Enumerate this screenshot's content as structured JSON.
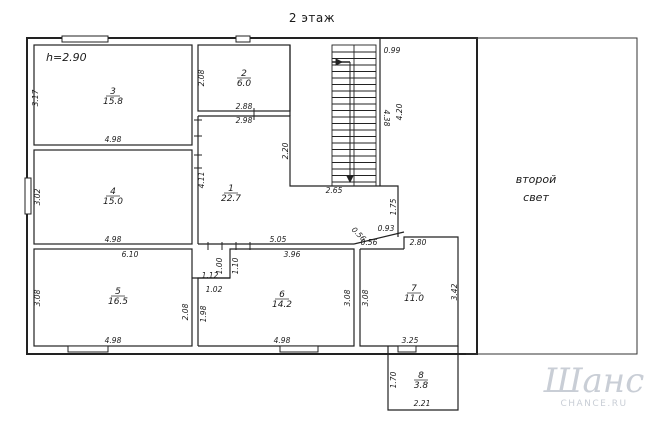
{
  "title": "2 этаж",
  "ceiling_height": "h=2.90",
  "second_light_label": [
    "второй",
    "свет"
  ],
  "rooms": [
    {
      "id": "1",
      "number": "1",
      "area": "22.7"
    },
    {
      "id": "2",
      "number": "2",
      "area": "6.0"
    },
    {
      "id": "3",
      "number": "3",
      "area": "15.8"
    },
    {
      "id": "4",
      "number": "4",
      "area": "15.0"
    },
    {
      "id": "5",
      "number": "5",
      "area": "16.5"
    },
    {
      "id": "6",
      "number": "6",
      "area": "14.2"
    },
    {
      "id": "7",
      "number": "7",
      "area": "11.0"
    },
    {
      "id": "8",
      "number": "8",
      "area": "3.8"
    }
  ],
  "dimensions": {
    "r3_height": "3.17",
    "r3_width": "4.98",
    "r2_height": "2.08",
    "r2_width_top": "2.88",
    "r2_width_bottom": "2.98",
    "stair_top": "0.99",
    "stair_length": "4.38",
    "stair_well": "4.20",
    "stair_width": "2.65",
    "stair_side": "2.20",
    "r4_height": "3.02",
    "r4_width": "4.98",
    "r1_height": "4.11",
    "r1_bottom": "5.05",
    "r1_right": "1.75",
    "diag_a": "0.56",
    "diag_b": "0.56",
    "corr": "0.93",
    "r5_top": "6.10",
    "r5_height": "3.08",
    "r5_width": "4.98",
    "hall_a": "1.12",
    "hall_b": "1.00",
    "hall_c": "1.10",
    "hall_d": "1.02",
    "r5_right": "2.08",
    "r6_left": "1.98",
    "r6_top": "3.96",
    "r6_height": "3.08",
    "r6_width": "4.98",
    "r7_top": "2.80",
    "r7_height_l": "3.08",
    "r7_height_r": "3.42",
    "r7_bottom": "3.25",
    "r8_height": "1.70",
    "r8_width": "2.21"
  },
  "watermark": {
    "logo": "Шанс",
    "site": "CHANCE.RU"
  }
}
